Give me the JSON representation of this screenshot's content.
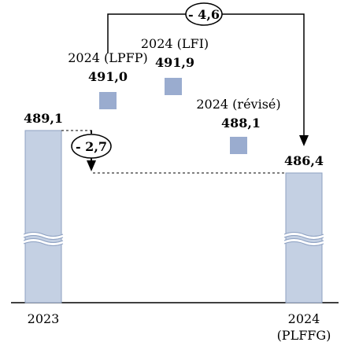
{
  "chart_data": {
    "type": "bar",
    "bars": [
      {
        "category_lines": [
          "2023"
        ],
        "value": 489.1,
        "value_label": "489,1"
      },
      {
        "category_lines": [
          "2024",
          "(PLFFG)"
        ],
        "value": 486.4,
        "value_label": "486,4"
      }
    ],
    "markers": [
      {
        "label": "2024 (LPFP)",
        "value": 491.0,
        "value_label": "491,0"
      },
      {
        "label": "2024 (LFI)",
        "value": 491.9,
        "value_label": "491,9"
      },
      {
        "label": "2024 (révisé)",
        "value": 488.1,
        "value_label": "488,1"
      }
    ],
    "annotations": {
      "delta_total": "- 4,6",
      "delta_2023": "- 2,7"
    },
    "axis_break": true,
    "colors": {
      "bar_fill": "#c4d0e3",
      "bar_stroke": "#8ea1c2",
      "marker_fill": "#9aaccf"
    }
  }
}
